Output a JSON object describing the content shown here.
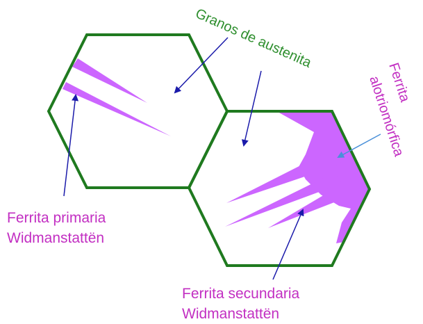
{
  "diagram": {
    "labels": {
      "granos_line1": "Granos de austenita",
      "alotrio_line1": "Ferrita",
      "alotrio_line2": "alotriomórfica",
      "primaria_line1": "Ferrita  primaria",
      "primaria_line2": "Widmanstattën",
      "secundaria_line1": "Ferrita  secundaria",
      "secundaria_line2": "Widmanstattën"
    },
    "colors": {
      "grain_border": "#1f7a1f",
      "ferrite_fill": "#cc66ff",
      "primary_arrow": "#1a1aaa",
      "alotrio_arrow": "#4a90d9",
      "label_green": "#2f8f2f",
      "label_magenta": "#c22fc2"
    }
  }
}
